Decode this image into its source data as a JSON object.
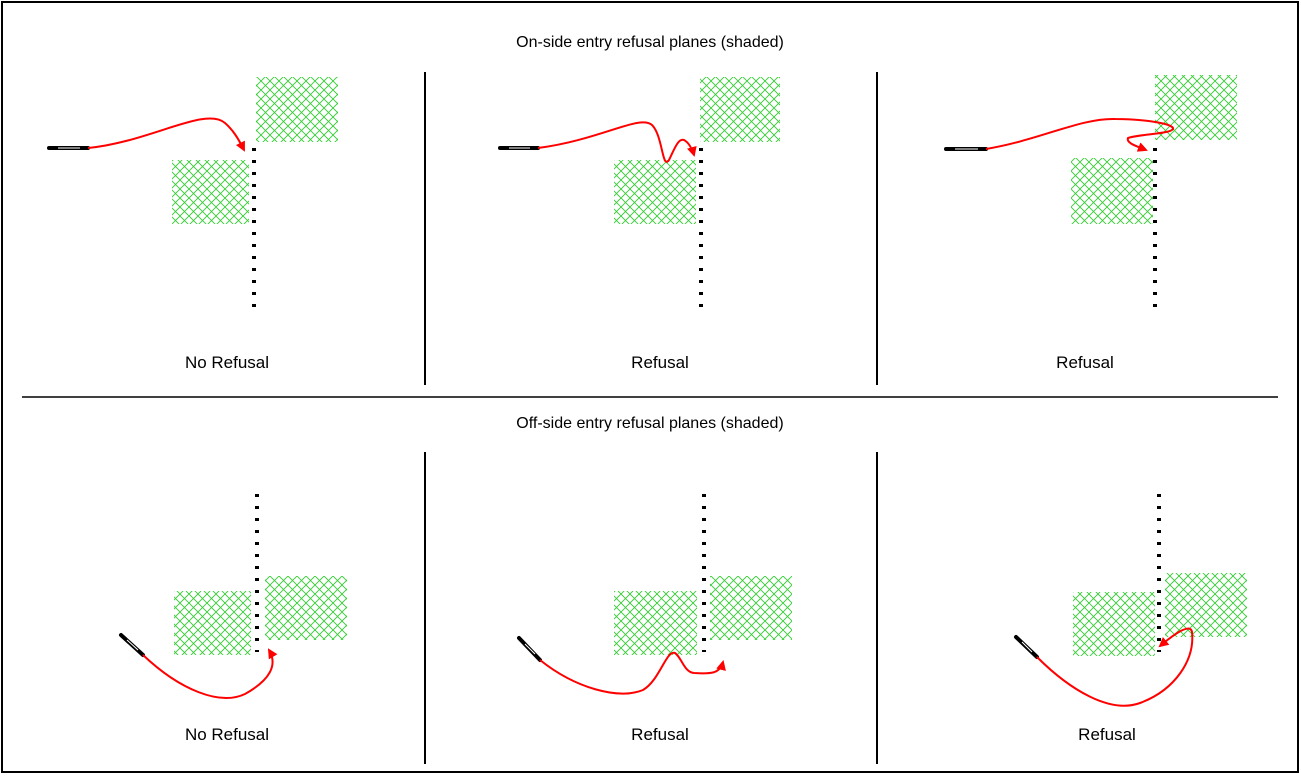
{
  "sections": {
    "top_title": "On-side entry refusal planes (shaded)",
    "bottom_title": "Off-side entry refusal planes (shaded)"
  },
  "panels": {
    "top": [
      {
        "label": "No Refusal"
      },
      {
        "label": "Refusal"
      },
      {
        "label": "Refusal"
      }
    ],
    "bottom": [
      {
        "label": "No Refusal"
      },
      {
        "label": "Refusal"
      },
      {
        "label": "Refusal"
      }
    ]
  },
  "colors": {
    "path": "#ff0000",
    "hatch": "#33cc33",
    "line": "#000000"
  }
}
